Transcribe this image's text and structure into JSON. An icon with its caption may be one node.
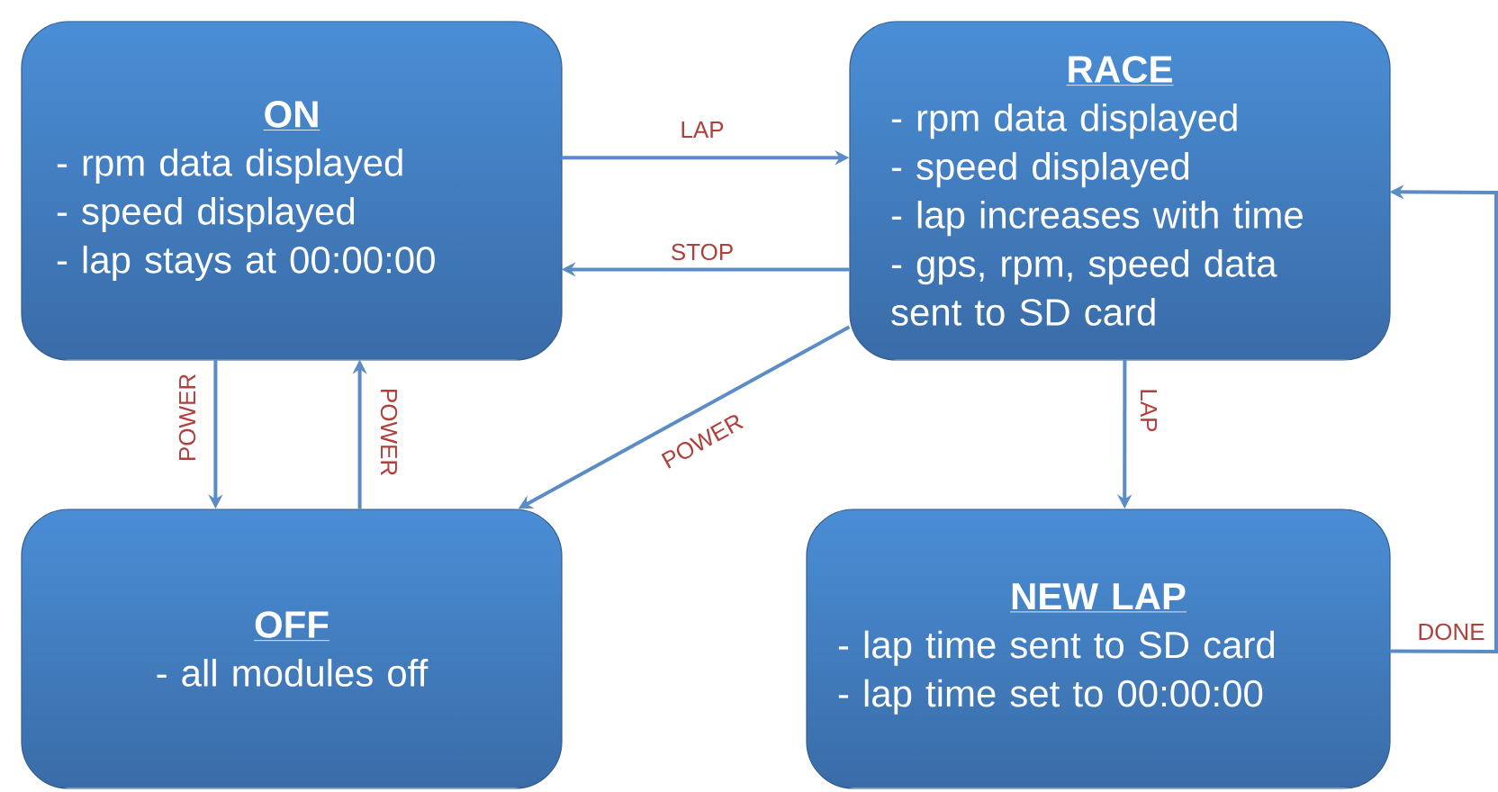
{
  "diagram": {
    "nodes": [
      {
        "text": [
          "ON",
          "- rpm data displayed",
          "- speed displayed",
          "- lap stays at 00:00:00"
        ]
      },
      {
        "text": [
          "RACE",
          "- rpm data displayed",
          "- speed displayed",
          "- lap increases with time",
          "- gps, rpm, speed data sent to SD card"
        ]
      },
      {
        "text": [
          "OFF",
          "- all modules off"
        ]
      },
      {
        "text": [
          "NEW LAP",
          "- lap time sent to SD card",
          "- lap time set to 00:00:00"
        ]
      }
    ],
    "edges": [
      {
        "from": 0,
        "to": 1,
        "arrow": "to",
        "label": "LAP"
      },
      {
        "from": 1,
        "to": 0,
        "arrow": "to",
        "label": "STOP"
      },
      {
        "from": 0,
        "to": 2,
        "arrow": "to",
        "label": "POWER"
      },
      {
        "from": 2,
        "to": 0,
        "arrow": "to",
        "label": "POWER"
      },
      {
        "from": 1,
        "to": 2,
        "arrow": "to",
        "label": "POWER"
      },
      {
        "from": 1,
        "to": 3,
        "arrow": "to",
        "label": "LAP"
      },
      {
        "from": 3,
        "to": 1,
        "arrow": "to",
        "label": "DONE"
      }
    ]
  }
}
